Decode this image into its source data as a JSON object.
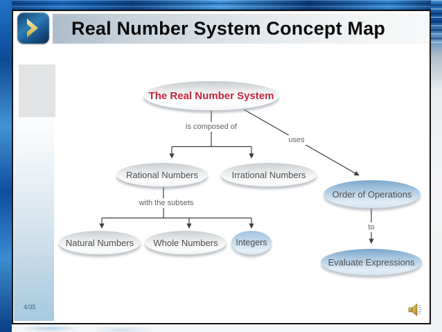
{
  "slide": {
    "title": "Real Number System Concept Map",
    "page_indicator": "4/35",
    "diagram": {
      "nodes": {
        "real": {
          "label": "The Real Number System",
          "style": "white-ellipse-red-text"
        },
        "rational": {
          "label": "Rational Numbers",
          "style": "gray-ellipse"
        },
        "irrational": {
          "label": "Irrational Numbers",
          "style": "gray-ellipse"
        },
        "natural": {
          "label": "Natural Numbers",
          "style": "gray-ellipse"
        },
        "whole": {
          "label": "Whole Numbers",
          "style": "gray-ellipse"
        },
        "integers": {
          "label": "Integers",
          "style": "blue-ellipse"
        },
        "order": {
          "label": "Order of Operations",
          "style": "blue-ellipse"
        },
        "evaluate": {
          "label": "Evaluate Expressions",
          "style": "blue-ellipse"
        }
      },
      "connector_labels": {
        "composed": "is composed of",
        "uses": "uses",
        "subsets": "with the subsets",
        "to": "to"
      },
      "edges": [
        "real -> rational (is composed of)",
        "real -> irrational (is composed of)",
        "real -> order (uses)",
        "rational -> natural (with the subsets)",
        "rational -> whole (with the subsets)",
        "rational -> integers (with the subsets)",
        "order -> evaluate (to)"
      ]
    },
    "icons": {
      "title_bullet": "chevron-right",
      "sound": "speaker"
    },
    "colors": {
      "title_text": "#0a0a0a",
      "real_node_text": "#c0283c",
      "node_text": "#4e4e4e",
      "connector_line": "#3c3c3c",
      "blue_node_top": "#7da7cb",
      "title_bar_left": "#adbdcc",
      "icon_chevron_gold": "#ecd98e",
      "background_blue": "#0c4a96"
    }
  }
}
